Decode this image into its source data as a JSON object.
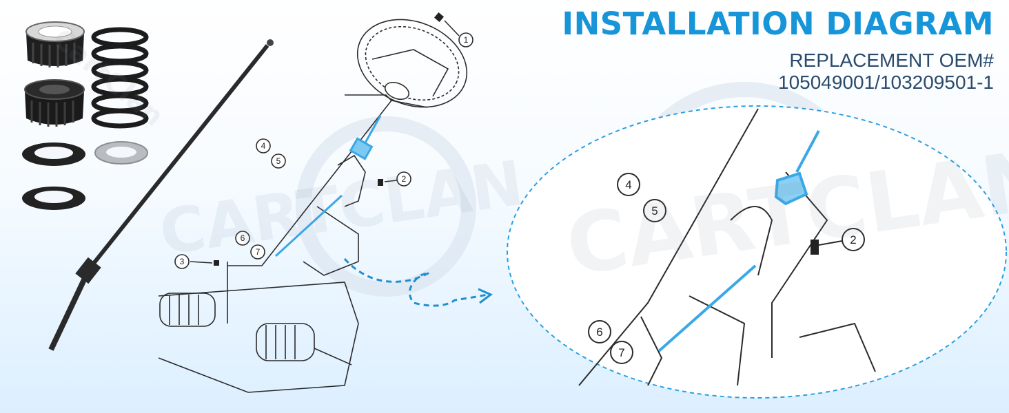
{
  "header": {
    "title": "INSTALLATION DIAGRAM",
    "subtitle": "REPLACEMENT OEM#",
    "part_numbers": "105049001/103209501-1"
  },
  "watermark": {
    "brand": "CARTCLAN",
    "small_brand": "CartClan"
  },
  "callouts": {
    "left": [
      "1",
      "2",
      "3",
      "4",
      "5",
      "6",
      "7"
    ],
    "zoom": [
      "2",
      "4",
      "5",
      "6",
      "7"
    ]
  },
  "colors": {
    "title": "#1795d9",
    "subtitle": "#2a4a6b",
    "highlight": "#3aa8e6",
    "ink": "#2b2b2b",
    "part_dark": "#222222"
  }
}
